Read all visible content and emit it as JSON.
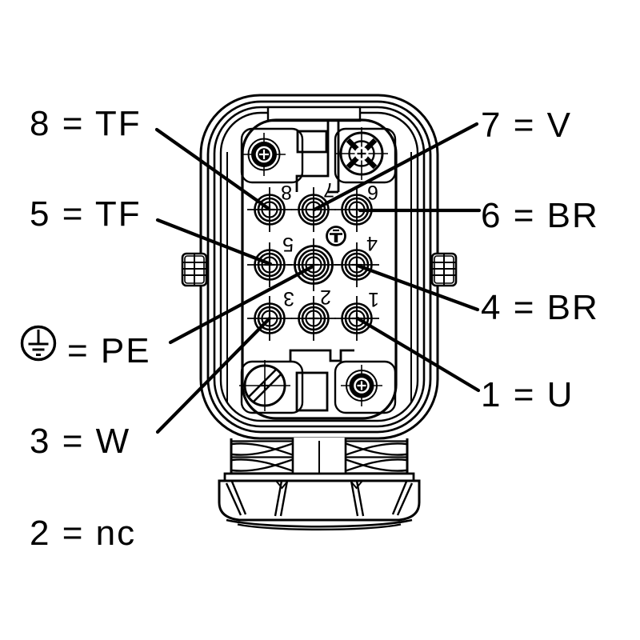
{
  "diagram": {
    "type": "connector-pinout-drawing",
    "colors": {
      "line": "#000000",
      "background": "#ffffff"
    },
    "labels": {
      "left": [
        {
          "pin": "8",
          "text": "8 = TF"
        },
        {
          "pin": "5",
          "text": "5 = TF"
        },
        {
          "pin": "PE",
          "text": "= PE",
          "symbol": "protective-earth-icon"
        },
        {
          "pin": "3",
          "text": "3 = W"
        },
        {
          "pin": "2",
          "text": "2 = nc"
        }
      ],
      "right": [
        {
          "pin": "7",
          "text": "7 = V"
        },
        {
          "pin": "6",
          "text": "6 = BR"
        },
        {
          "pin": "4",
          "text": "4 = BR"
        },
        {
          "pin": "1",
          "text": "1 = U"
        }
      ]
    },
    "pins": {
      "numbers": [
        "8",
        "7",
        "6",
        "5",
        "4",
        "3",
        "2",
        "1"
      ],
      "grid_rows": [
        [
          "8",
          "7",
          "6"
        ],
        [
          "5",
          "PE",
          "4"
        ],
        [
          "3",
          "2",
          "1"
        ]
      ],
      "pe_position": "center"
    },
    "assignments": {
      "1": "U",
      "2": "nc",
      "3": "W",
      "4": "BR",
      "5": "TF",
      "6": "BR",
      "7": "V",
      "8": "TF",
      "PE": "PE"
    }
  }
}
